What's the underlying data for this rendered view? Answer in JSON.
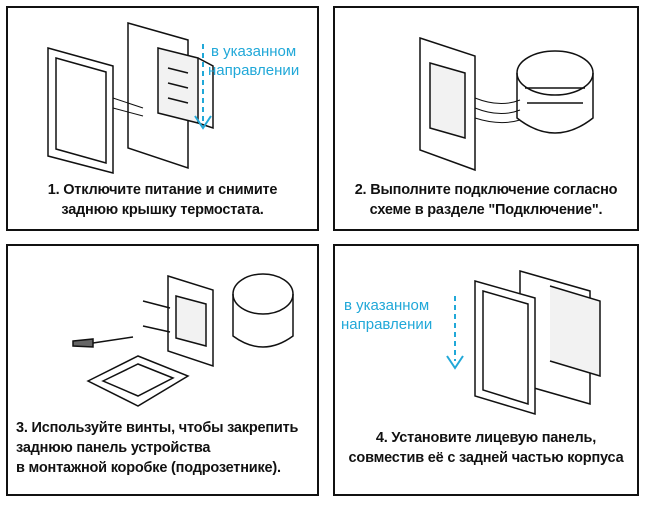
{
  "steps": [
    {
      "caption_line1": "1. Отключите питание и снимите",
      "caption_line2": "заднюю крышку термостата."
    },
    {
      "caption_line1": "2. Выполните подключение согласно",
      "caption_line2": "схеме в разделе \"Подключение\"."
    },
    {
      "caption_line1": "3. Используйте винты, чтобы закрепить",
      "caption_line2": "заднюю панель устройства",
      "caption_line3": "в монтажной коробке (подрозетнике)."
    },
    {
      "caption_line1": "4. Установите лицевую панель,",
      "caption_line2": "совместив её с задней частью корпуса"
    }
  ],
  "direction_hint": {
    "line1": "в указанном",
    "line2": "направлении"
  },
  "colors": {
    "hint": "#21a8d8",
    "line": "#111111"
  }
}
